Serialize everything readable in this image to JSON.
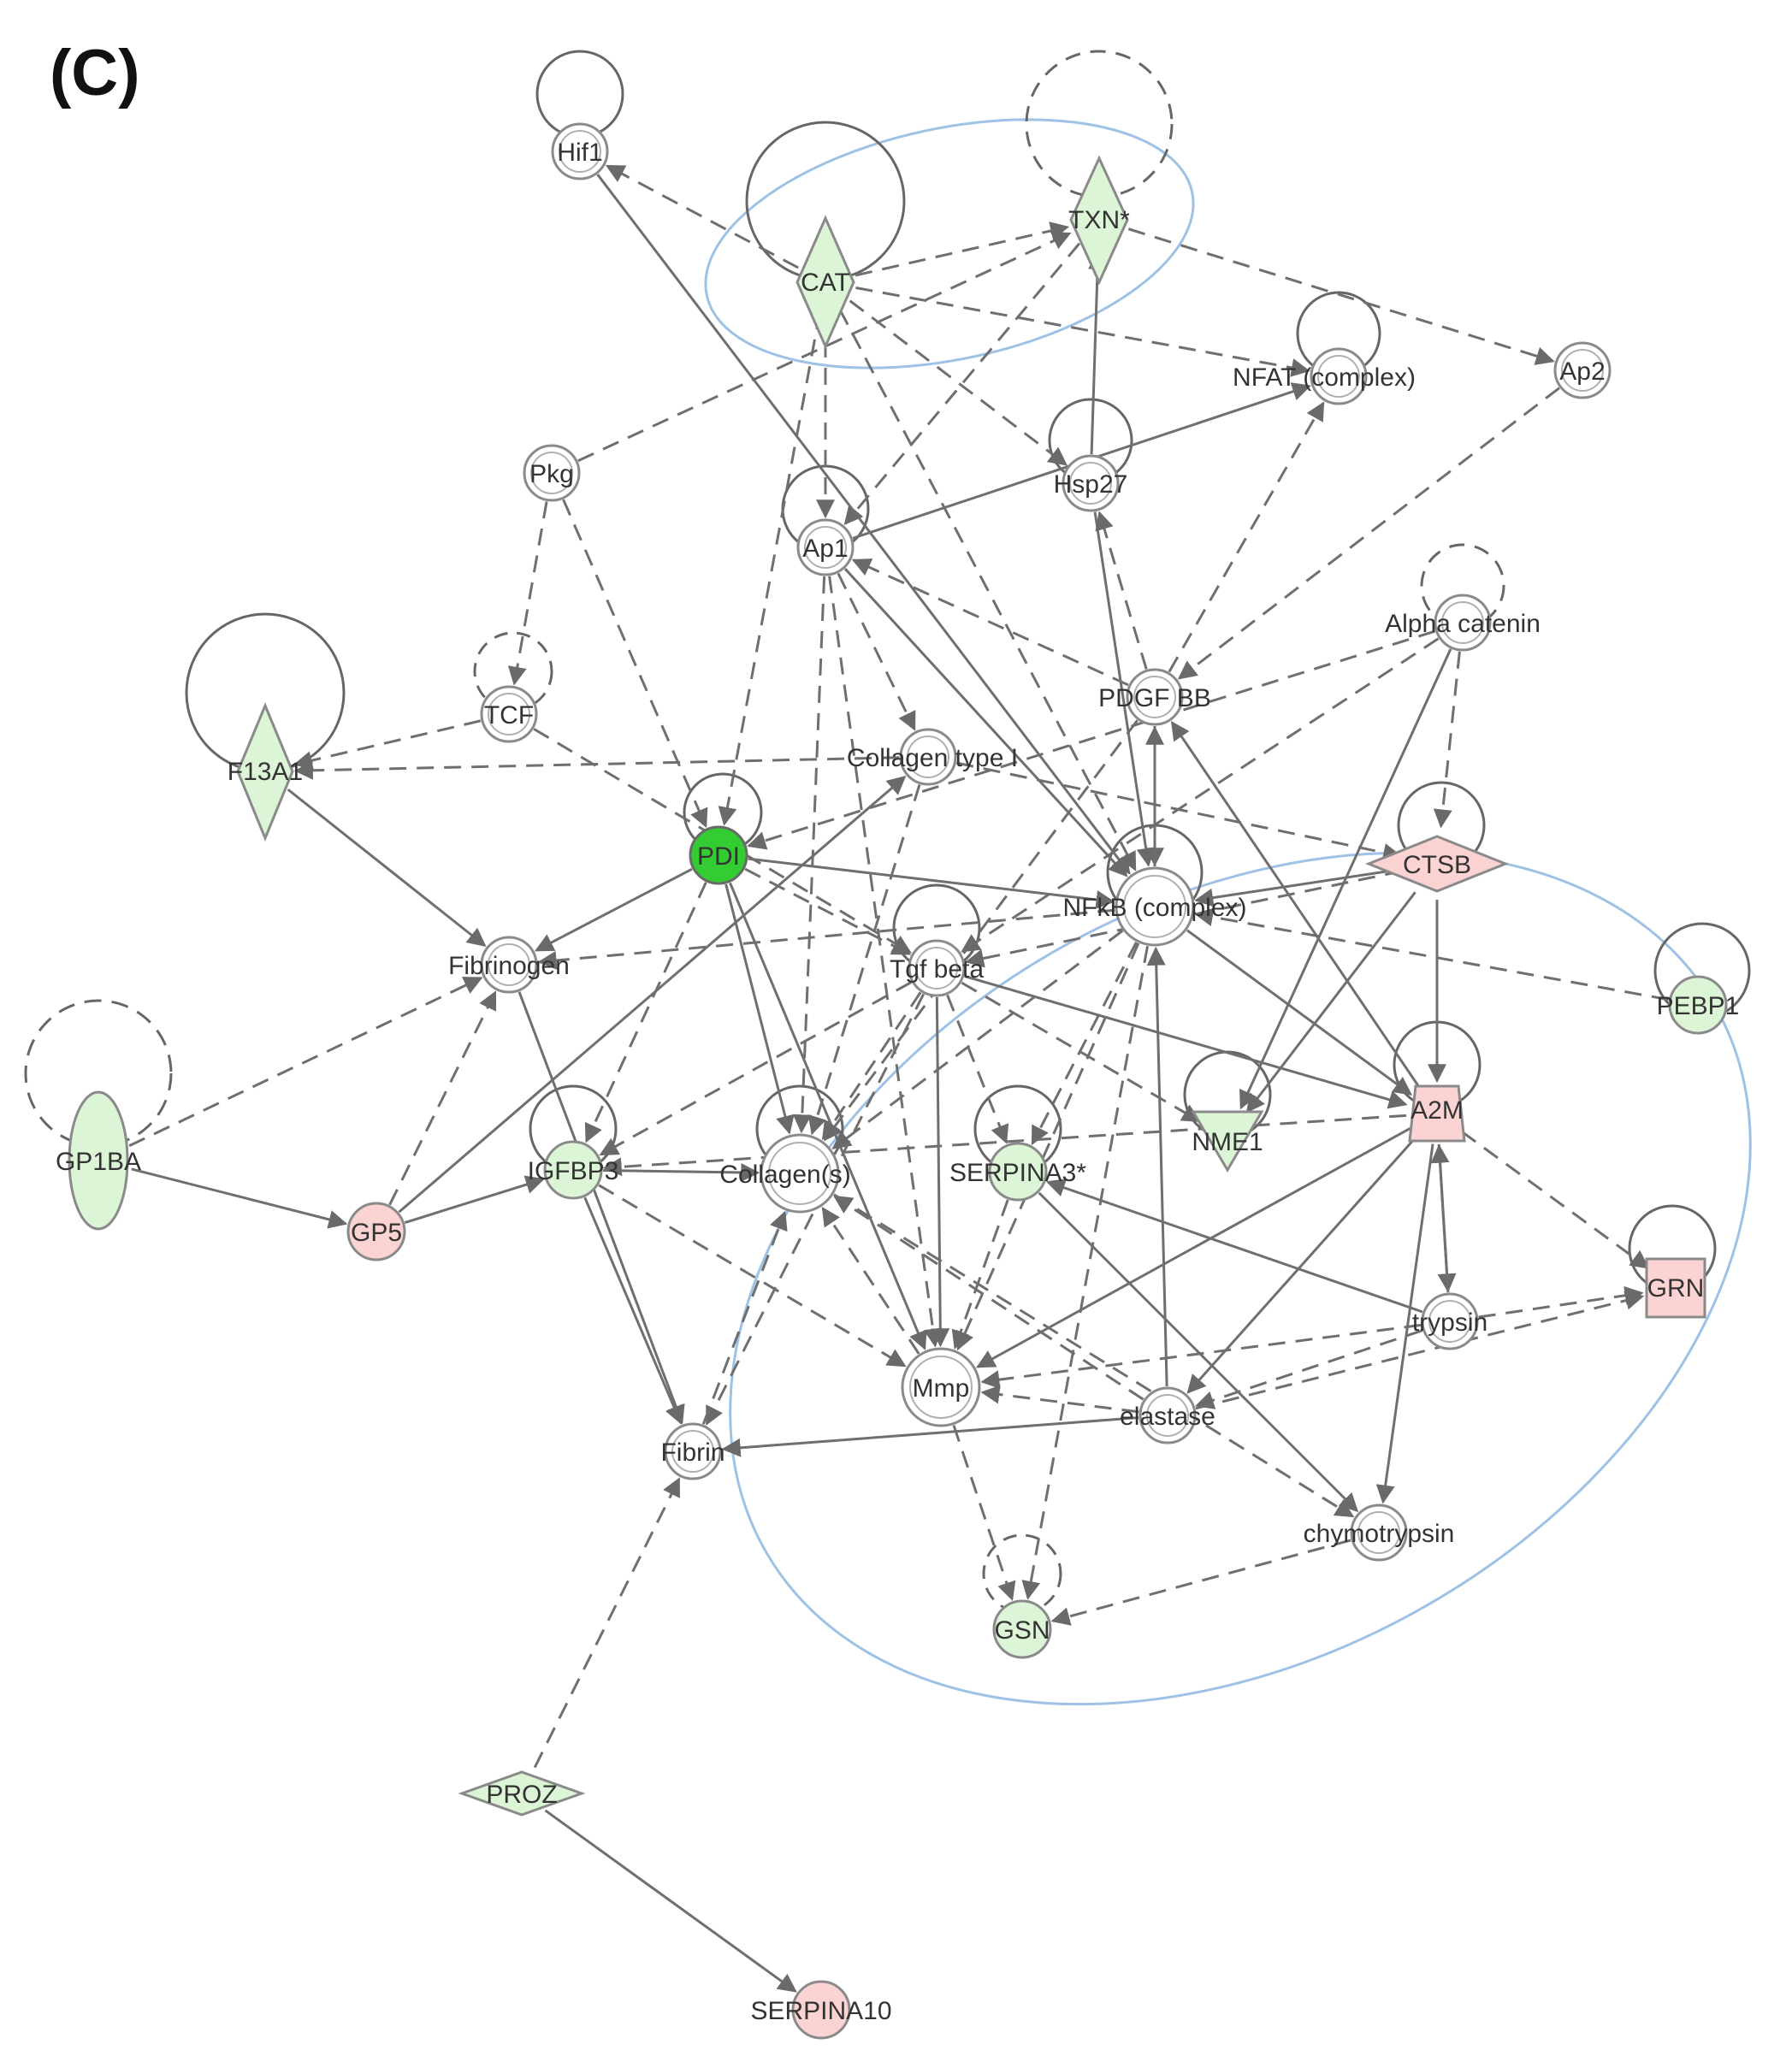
{
  "panel_label": "(C)",
  "colors": {
    "green_light": "#dcf5d6",
    "green_strong": "#33cc33",
    "red_light": "#fbd3d3",
    "white": "#ffffff",
    "edge": "#6f6f6f",
    "outline": "#8a8a8a",
    "highlight": "#9ec2e6"
  },
  "nodes": {
    "hif1": {
      "label": "Hif1"
    },
    "cat": {
      "label": "CAT"
    },
    "txn": {
      "label": "TXN*"
    },
    "nfat": {
      "label": "NFAT (complex)"
    },
    "ap2": {
      "label": "Ap2"
    },
    "pkg": {
      "label": "Pkg"
    },
    "hsp27": {
      "label": "Hsp27"
    },
    "ap1": {
      "label": "Ap1"
    },
    "alpha_catenin": {
      "label": "Alpha catenin"
    },
    "tcf": {
      "label": "TCF"
    },
    "pdgf_bb": {
      "label": "PDGF BB"
    },
    "f13a1": {
      "label": "F13A1"
    },
    "collagen_type_i": {
      "label": "Collagen type I"
    },
    "pdi": {
      "label": "PDI"
    },
    "ctsb": {
      "label": "CTSB"
    },
    "nfkb": {
      "label": "NFkB (complex)"
    },
    "fibrinogen": {
      "label": "Fibrinogen"
    },
    "tgf_beta": {
      "label": "Tgf beta"
    },
    "pebp1": {
      "label": "PEBP1"
    },
    "gp1ba": {
      "label": "GP1BA"
    },
    "a2m": {
      "label": "A2M"
    },
    "nme1": {
      "label": "NME1"
    },
    "igfbp3": {
      "label": "IGFBP3"
    },
    "collagens": {
      "label": "Collagen(s)"
    },
    "serpina3": {
      "label": "SERPINA3*"
    },
    "gp5": {
      "label": "GP5"
    },
    "grn": {
      "label": "GRN"
    },
    "trypsin": {
      "label": "trypsin"
    },
    "mmp": {
      "label": "Mmp"
    },
    "elastase": {
      "label": "elastase"
    },
    "fibrin": {
      "label": "Fibrin"
    },
    "chymotrypsin": {
      "label": "chymotrypsin"
    },
    "gsn": {
      "label": "GSN"
    },
    "proz": {
      "label": "PROZ"
    },
    "serpina10": {
      "label": "SERPINA10"
    }
  },
  "edges": [
    {
      "from": "cat",
      "to": "hif1",
      "type": "dashed"
    },
    {
      "from": "cat",
      "to": "txn",
      "type": "dashed"
    },
    {
      "from": "cat",
      "to": "nfat",
      "type": "dashed"
    },
    {
      "from": "cat",
      "to": "hsp27",
      "type": "dashed"
    },
    {
      "from": "cat",
      "to": "ap1",
      "type": "dashed"
    },
    {
      "from": "cat",
      "to": "pdi",
      "type": "dashed"
    },
    {
      "from": "cat",
      "to": "nfkb",
      "type": "dashed"
    },
    {
      "from": "pkg",
      "to": "txn",
      "type": "dashed"
    },
    {
      "from": "pkg",
      "to": "tcf",
      "type": "dashed"
    },
    {
      "from": "pkg",
      "to": "pdi",
      "type": "dashed"
    },
    {
      "from": "txn",
      "to": "ap2",
      "type": "dashed"
    },
    {
      "from": "txn",
      "to": "ap1",
      "type": "dashed"
    },
    {
      "from": "hif1",
      "to": "nfkb",
      "type": "solid"
    },
    {
      "from": "ap1",
      "to": "nfat",
      "type": "solid"
    },
    {
      "from": "hsp27",
      "to": "txn",
      "type": "solid"
    },
    {
      "from": "hsp27",
      "to": "nfkb",
      "type": "solid"
    },
    {
      "from": "ap1",
      "to": "nfkb",
      "type": "solid"
    },
    {
      "from": "ap1",
      "to": "collagens",
      "type": "dashed"
    },
    {
      "from": "ap1",
      "to": "mmp",
      "type": "dashed"
    },
    {
      "from": "ap1",
      "to": "collagen_type_i",
      "type": "dashed"
    },
    {
      "from": "pdgf_bb",
      "to": "hsp27",
      "type": "dashed"
    },
    {
      "from": "pdgf_bb",
      "to": "ap1",
      "type": "dashed"
    },
    {
      "from": "pdgf_bb",
      "to": "nfat",
      "type": "dashed"
    },
    {
      "from": "pdgf_bb",
      "to": "nfkb",
      "type": "solid"
    },
    {
      "from": "pdgf_bb",
      "to": "collagens",
      "type": "dashed"
    },
    {
      "from": "ap2",
      "to": "pdgf_bb",
      "type": "dashed"
    },
    {
      "from": "alpha_catenin",
      "to": "tgf_beta",
      "type": "dashed"
    },
    {
      "from": "alpha_catenin",
      "to": "ctsb",
      "type": "dashed"
    },
    {
      "from": "alpha_catenin",
      "to": "nme1",
      "type": "solid"
    },
    {
      "from": "alpha_catenin",
      "to": "pdi",
      "type": "dashed"
    },
    {
      "from": "tcf",
      "to": "f13a1",
      "type": "dashed"
    },
    {
      "from": "tcf",
      "to": "tgf_beta",
      "type": "dashed"
    },
    {
      "from": "collagen_type_i",
      "to": "f13a1",
      "type": "dashed"
    },
    {
      "from": "collagen_type_i",
      "to": "ctsb",
      "type": "dashed"
    },
    {
      "from": "collagen_type_i",
      "to": "collagens",
      "type": "dashed"
    },
    {
      "from": "f13a1",
      "to": "fibrinogen",
      "type": "solid"
    },
    {
      "from": "pdi",
      "to": "fibrinogen",
      "type": "solid"
    },
    {
      "from": "pdi",
      "to": "igfbp3",
      "type": "dashed"
    },
    {
      "from": "pdi",
      "to": "tgf_beta",
      "type": "dashed"
    },
    {
      "from": "pdi",
      "to": "collagens",
      "type": "solid"
    },
    {
      "from": "pdi",
      "to": "mmp",
      "type": "solid"
    },
    {
      "from": "pdi",
      "to": "nfkb",
      "type": "solid"
    },
    {
      "from": "ctsb",
      "to": "nfkb",
      "type": "solid"
    },
    {
      "from": "ctsb",
      "to": "tgf_beta",
      "type": "dashed"
    },
    {
      "from": "ctsb",
      "to": "nme1",
      "type": "solid"
    },
    {
      "from": "ctsb",
      "to": "a2m",
      "type": "solid"
    },
    {
      "from": "nfkb",
      "to": "fibrinogen",
      "type": "dashed"
    },
    {
      "from": "nfkb",
      "to": "collagens",
      "type": "dashed"
    },
    {
      "from": "nfkb",
      "to": "serpina3",
      "type": "dashed"
    },
    {
      "from": "nfkb",
      "to": "mmp",
      "type": "dashed"
    },
    {
      "from": "nfkb",
      "to": "gsn",
      "type": "dashed"
    },
    {
      "from": "nfkb",
      "to": "a2m",
      "type": "solid"
    },
    {
      "from": "nfkb",
      "to": "pdgf_bb",
      "type": "dashed"
    },
    {
      "from": "tgf_beta",
      "to": "collagens",
      "type": "dashed"
    },
    {
      "from": "tgf_beta",
      "to": "mmp",
      "type": "solid"
    },
    {
      "from": "tgf_beta",
      "to": "serpina3",
      "type": "dashed"
    },
    {
      "from": "tgf_beta",
      "to": "nme1",
      "type": "dashed"
    },
    {
      "from": "tgf_beta",
      "to": "a2m",
      "type": "solid"
    },
    {
      "from": "tgf_beta",
      "to": "igfbp3",
      "type": "dashed"
    },
    {
      "from": "tgf_beta",
      "to": "fibrin",
      "type": "dashed"
    },
    {
      "from": "pebp1",
      "to": "nfkb",
      "type": "dashed"
    },
    {
      "from": "gp1ba",
      "to": "gp5",
      "type": "solid"
    },
    {
      "from": "gp1ba",
      "to": "fibrinogen",
      "type": "dashed"
    },
    {
      "from": "gp5",
      "to": "igfbp3",
      "type": "solid"
    },
    {
      "from": "gp5",
      "to": "fibrinogen",
      "type": "dashed"
    },
    {
      "from": "gp5",
      "to": "collagen_type_i",
      "type": "solid"
    },
    {
      "from": "fibrinogen",
      "to": "fibrin",
      "type": "solid"
    },
    {
      "from": "igfbp3",
      "to": "fibrin",
      "type": "solid"
    },
    {
      "from": "igfbp3",
      "to": "mmp",
      "type": "dashed"
    },
    {
      "from": "igfbp3",
      "to": "collagens",
      "type": "solid"
    },
    {
      "from": "a2m",
      "to": "mmp",
      "type": "solid"
    },
    {
      "from": "a2m",
      "to": "grn",
      "type": "dashed"
    },
    {
      "from": "a2m",
      "to": "trypsin",
      "type": "solid"
    },
    {
      "from": "a2m",
      "to": "chymotrypsin",
      "type": "solid"
    },
    {
      "from": "a2m",
      "to": "elastase",
      "type": "solid"
    },
    {
      "from": "a2m",
      "to": "igfbp3",
      "type": "dashed"
    },
    {
      "from": "a2m",
      "to": "pdgf_bb",
      "type": "solid"
    },
    {
      "from": "trypsin",
      "to": "a2m",
      "type": "solid"
    },
    {
      "from": "trypsin",
      "to": "grn",
      "type": "dashed"
    },
    {
      "from": "trypsin",
      "to": "mmp",
      "type": "dashed"
    },
    {
      "from": "trypsin",
      "to": "serpina3",
      "type": "solid"
    },
    {
      "from": "trypsin",
      "to": "elastase",
      "type": "dashed"
    },
    {
      "from": "elastase",
      "to": "fibrin",
      "type": "solid"
    },
    {
      "from": "elastase",
      "to": "mmp",
      "type": "dashed"
    },
    {
      "from": "elastase",
      "to": "grn",
      "type": "dashed"
    },
    {
      "from": "elastase",
      "to": "nfkb",
      "type": "solid"
    },
    {
      "from": "elastase",
      "to": "collagens",
      "type": "dashed"
    },
    {
      "from": "serpina3",
      "to": "chymotrypsin",
      "type": "solid"
    },
    {
      "from": "serpina3",
      "to": "mmp",
      "type": "dashed"
    },
    {
      "from": "mmp",
      "to": "gsn",
      "type": "dashed"
    },
    {
      "from": "mmp",
      "to": "collagens",
      "type": "dashed"
    },
    {
      "from": "chymotrypsin",
      "to": "gsn",
      "type": "dashed"
    },
    {
      "from": "collagens",
      "to": "chymotrypsin",
      "type": "dashed"
    },
    {
      "from": "fibrin",
      "to": "collagens",
      "type": "dashed"
    },
    {
      "from": "proz",
      "to": "fibrin",
      "type": "dashed"
    },
    {
      "from": "proz",
      "to": "serpina10",
      "type": "solid"
    }
  ]
}
